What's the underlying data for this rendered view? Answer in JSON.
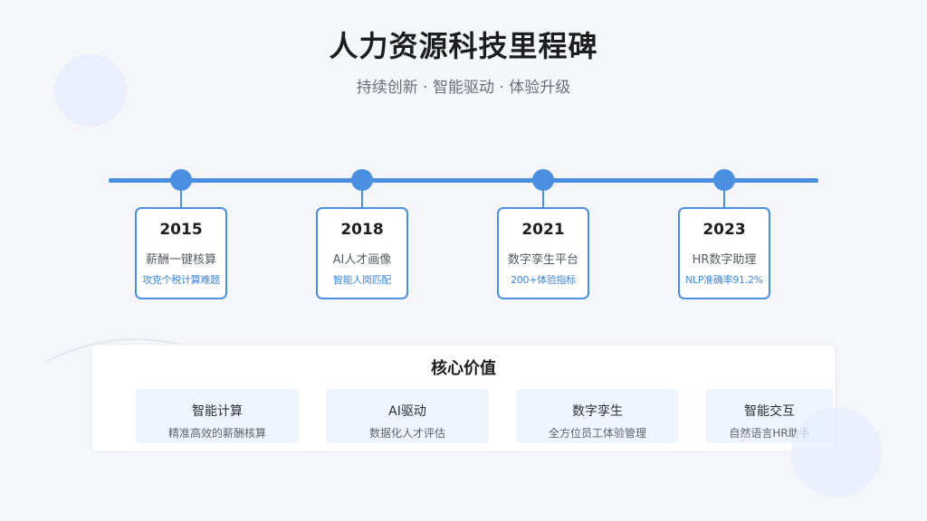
{
  "header": {
    "title": "人力资源科技里程碑",
    "subtitle": "持续创新 · 智能驱动 · 体验升级"
  },
  "milestones": [
    {
      "year": "2015",
      "name": "薪酬一键核算",
      "desc": "攻克个税计算难题"
    },
    {
      "year": "2018",
      "name": "AI人才画像",
      "desc": "智能人岗匹配"
    },
    {
      "year": "2021",
      "name": "数字孪生平台",
      "desc": "200+体验指标"
    },
    {
      "year": "2023",
      "name": "HR数字助理",
      "desc": "NLP准确率91.2%"
    }
  ],
  "core_values": {
    "title": "核心价值",
    "items": [
      {
        "name": "智能计算",
        "desc": "精准高效的薪酬核算"
      },
      {
        "name": "AI驱动",
        "desc": "数据化人才评估"
      },
      {
        "name": "数字孪生",
        "desc": "全方位员工体验管理"
      },
      {
        "name": "智能交互",
        "desc": "自然语言HR助手"
      }
    ]
  },
  "colors": {
    "accent": "#4a8fe0",
    "background": "#f5f6fa",
    "value_box": "#eef5ff"
  }
}
